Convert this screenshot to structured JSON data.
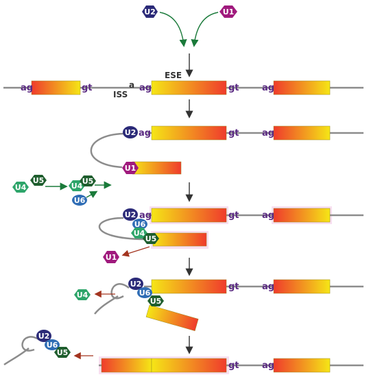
{
  "labels": {
    "ag": "ag",
    "gt": "gt",
    "a": "a",
    "ese": "ESE",
    "iss": "ISS"
  },
  "snrnps": {
    "u1": "U1",
    "u2": "U2",
    "u4": "U4",
    "u5": "U5",
    "u6": "U6"
  },
  "colors": {
    "u1": "#a01a7d",
    "u2": "#2b2a78",
    "u4": "#2ea56a",
    "u5": "#1f5e2e",
    "u6": "#2f6db5",
    "green_arrow": "#1a7a3a",
    "red_arrow": "#a3341f",
    "line": "#8c8c8c",
    "exon_red": "#ef3b2c",
    "exon_yellow": "#f5e616"
  }
}
